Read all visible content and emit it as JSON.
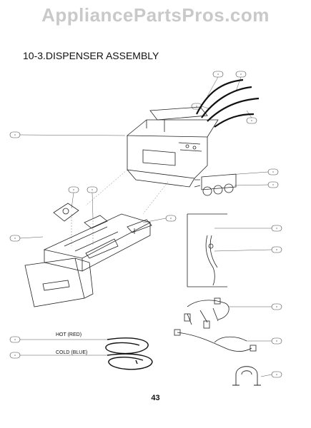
{
  "watermark": "AppliancePartsPros.com",
  "section_title": "10-3.DISPENSER ASSEMBLY",
  "page_number": "43",
  "hose_labels": {
    "hot": "HOT (RED)",
    "cold": "COLD (BLUE)"
  }
}
